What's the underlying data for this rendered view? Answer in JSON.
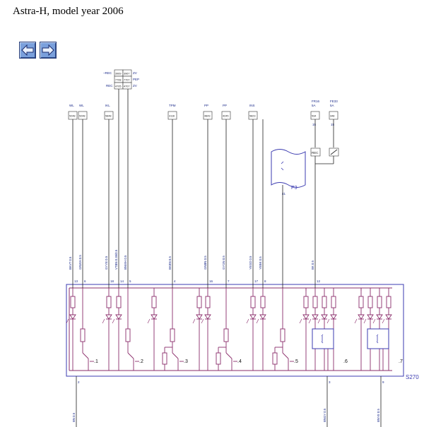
{
  "page": {
    "title": "Astra-H, model year 2006"
  },
  "navigation": {
    "back_icon": "arrow-left-icon",
    "forward_icon": "arrow-right-icon",
    "button_color": "#7aa0dc"
  },
  "diagram": {
    "component_label": "S270",
    "sensor_label": "P3",
    "sensor_pin": "41",
    "colors": {
      "wire": "#8a2c6a",
      "frame": "#3b3bb0",
      "text": "#1a2a8a"
    },
    "connector_block": {
      "left_labels": [
        "~REC",
        "REC"
      ],
      "right_labels": [
        "ZV",
        "PEP",
        "ZV"
      ],
      "cells": [
        "3969",
        "3967",
        "7708",
        "7707",
        "4705",
        "4707"
      ]
    },
    "wire_groups": [
      {
        "label": "WL",
        "code": "5248",
        "wire_colour": "BKVT 0.5",
        "pin": "13"
      },
      {
        "label": "WL",
        "code": "5248",
        "wire_colour": "GNWH 0.5",
        "pin": "6"
      },
      {
        "label": "IKL",
        "code": "5848",
        "wire_colour": "GYYE 0.5",
        "pin": "18"
      },
      {
        "label": "",
        "code": "",
        "wire_colour": "VTBN 0.35/0.5",
        "pin": "14"
      },
      {
        "label": "",
        "code": "",
        "wire_colour": "BNWH 0.5",
        "pin": "5"
      },
      {
        "label": "TPM",
        "code": "3116",
        "wire_colour": "BKBN 0.5",
        "pin": "4"
      },
      {
        "label": "PP",
        "code": "4843",
        "wire_colour": "GNBN 0.5",
        "pin": "16"
      },
      {
        "label": "PP",
        "code": "4245",
        "wire_colour": "GYGN 0.5",
        "pin": "7"
      },
      {
        "label": "INS",
        "code": "5823",
        "wire_colour": "YEGD 0.5",
        "pin": "17"
      },
      {
        "label": "",
        "code": "",
        "wire_colour": "YEBK 0.5",
        "pin": "8"
      },
      {
        "label": "FR16\n5A",
        "code": "534",
        "wire_colour": "BK 0.5",
        "pin": "12"
      },
      {
        "label": "FE33\n5A",
        "code": "348",
        "wire_colour": "",
        "pin": ""
      }
    ],
    "fuse_terminals": [
      "15",
      "15"
    ],
    "relay_labels": [
      "REC",
      ""
    ],
    "switch_positions": [
      ".1",
      ".2",
      ".3",
      ".4",
      ".5",
      ".6",
      ".7"
    ],
    "bottom_wires": [
      {
        "pin": "2",
        "wire_colour": "BN 0.5"
      },
      {
        "pin": "3",
        "wire_colour": "BNGY 0.5"
      },
      {
        "pin": "9",
        "wire_colour": "BNYE 0.5"
      }
    ]
  }
}
